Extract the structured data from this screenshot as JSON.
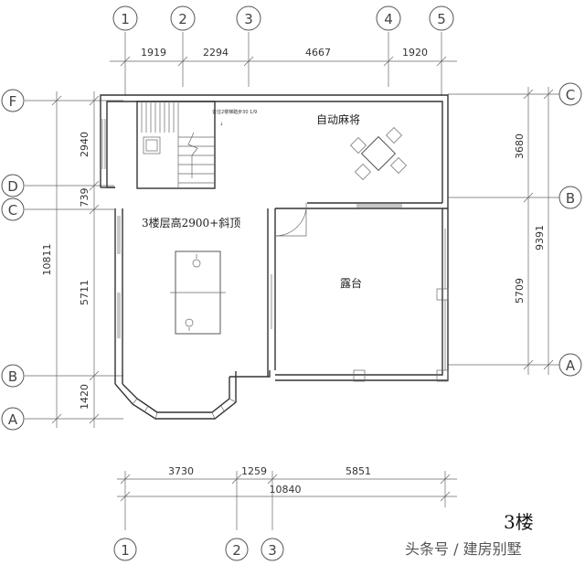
{
  "axes": {
    "top": [
      "1",
      "2",
      "3",
      "4",
      "5"
    ],
    "bottom": [
      "1",
      "2",
      "3"
    ],
    "left": [
      "F",
      "D",
      "C",
      "B",
      "A"
    ],
    "right": [
      "C",
      "B",
      "A"
    ]
  },
  "dimensions": {
    "top": [
      "1919",
      "2294",
      "4667",
      "1920"
    ],
    "bottom": [
      "3730",
      "1259",
      "5851"
    ],
    "bottom_total": "10840",
    "left": [
      "2940",
      "739",
      "5711",
      "1420"
    ],
    "left_total": "10811",
    "right": [
      "3680",
      "5709"
    ],
    "right_total": "9391"
  },
  "rooms": {
    "mahjong": "自动麻将",
    "main": "3楼层高2900+斜顶",
    "terrace": "露台"
  },
  "stair_note": "去往2楼梯踏步30 1/9",
  "floor_label": "3楼",
  "watermark": "头条号 / 建房别墅"
}
